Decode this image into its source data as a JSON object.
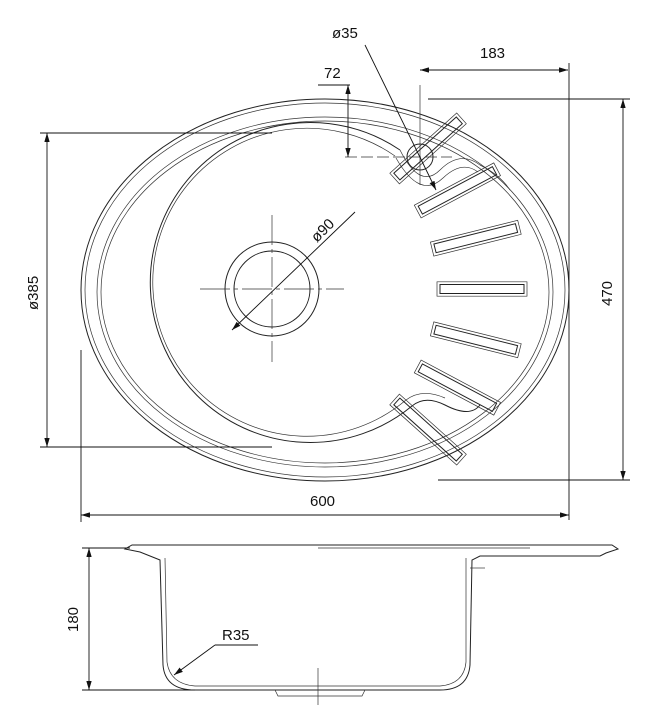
{
  "drawing": {
    "title": "Sink technical drawing",
    "dimensions": {
      "tap_hole_diameter": "ø35",
      "tap_hole_offset_x": "183",
      "tap_hole_offset_y": "72",
      "drain_diameter": "ø90",
      "bowl_diameter": "ø385",
      "overall_depth": "470",
      "overall_width": "600",
      "bowl_height": "180",
      "corner_radius": "R35"
    },
    "drainer_ribs": 7
  }
}
